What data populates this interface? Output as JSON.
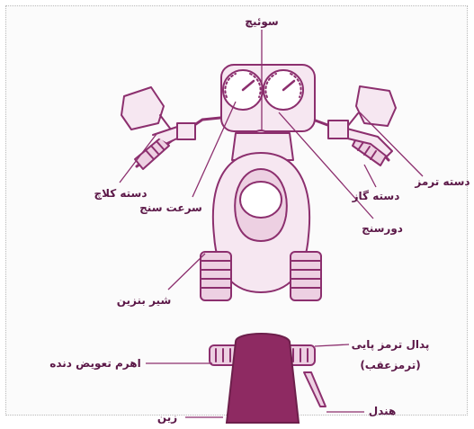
{
  "labels": {
    "switch": "سوئیچ",
    "clutch_lever": "دسته کلاچ",
    "speedometer": "سرعت سنج",
    "throttle_grip": "دسته گاز",
    "brake_lever": "دسته ترمز",
    "tachometer": "دورسنج",
    "fuel_valve": "شیر بنزین",
    "rear_brake_pedal_line1": "پدال ترمز پایی",
    "rear_brake_pedal_line2": "(ترمزعقب)",
    "gear_shift_lever": "اهرم تعویض دنده",
    "seat": "زین",
    "kick_starter": "هندل"
  },
  "colors": {
    "outline": "#8c2f6e",
    "fill_light": "#f6e7f1",
    "fill_mid": "#edd0e2",
    "seat": "#8e2a62",
    "label": "#5b1747"
  }
}
